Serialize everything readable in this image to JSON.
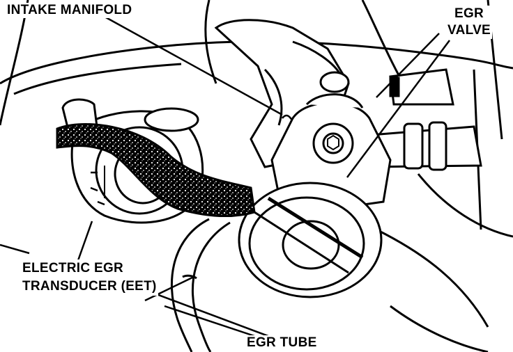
{
  "labels": {
    "intake_manifold": "INTAKE MANIFOLD",
    "egr_valve_line1": "EGR",
    "egr_valve_line2": "VALVE",
    "eet_line1": "ELECTRIC EGR",
    "eet_line2": "TRANSDUCER (EET)",
    "egr_tube": "EGR TUBE"
  },
  "colors": {
    "ink": "#000000",
    "paper": "#ffffff"
  }
}
